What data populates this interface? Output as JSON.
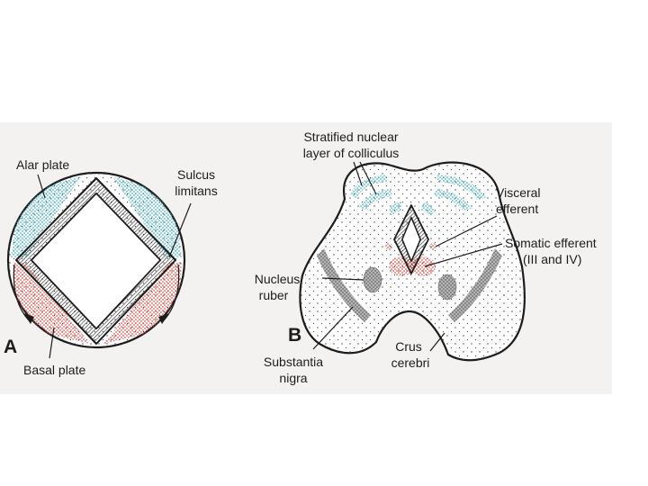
{
  "panel_a": {
    "letter": "A",
    "labels": {
      "alar_plate": "Alar plate",
      "sulcus_limitans_1": "Sulcus",
      "sulcus_limitans_2": "limitans",
      "basal_plate": "Basal plate"
    }
  },
  "panel_b": {
    "letter": "B",
    "labels": {
      "stratified_1": "Stratified nuclear",
      "stratified_2": "layer of colliculus",
      "visceral_1": "Visceral",
      "visceral_2": "efferent",
      "somatic_1": "Somatic efferent",
      "somatic_2": "(III and IV)",
      "nucleus_1": "Nucleus",
      "nucleus_2": "ruber",
      "substantia_1": "Substantia",
      "substantia_2": "nigra",
      "crus_1": "Crus",
      "crus_2": "cerebri"
    }
  },
  "colors": {
    "alar_blue": "#4cb8cf",
    "basal_red": "#e5584c",
    "outline": "#1c1c1c",
    "background": "#f3f2f0"
  }
}
